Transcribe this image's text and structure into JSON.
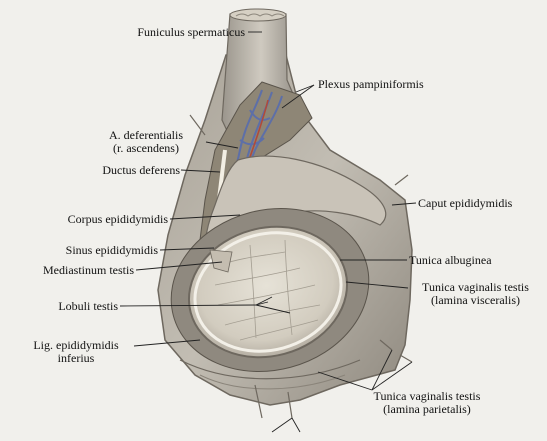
{
  "labels": {
    "funiculus": "Funiculus spermaticus",
    "plexus": "Plexus pampiniformis",
    "a_def_1": "A. deferentialis",
    "a_def_2": "(r. ascendens)",
    "ductus": "Ductus deferens",
    "caput": "Caput epididymidis",
    "corpus": "Corpus epididymidis",
    "tunica_alb": "Tunica albuginea",
    "sinus": "Sinus epididymidis",
    "mediastinum": "Mediastinum testis",
    "tvv_1": "Tunica vaginalis testis",
    "tvv_2": "(lamina visceralis)",
    "lobuli": "Lobuli testis",
    "lig_1": "Lig. epididymidis",
    "lig_2": "inferius",
    "tvp_1": "Tunica vaginalis testis",
    "tvp_2": "(lamina parietalis)"
  },
  "colors": {
    "background": "#f1f0ec",
    "tissue": "#b9b4ab",
    "tissue_dark": "#7d766d",
    "testis": "#dcd7cb",
    "veins": "#5d6fa8",
    "artery": "#b04a3a",
    "leader": "#222222"
  }
}
